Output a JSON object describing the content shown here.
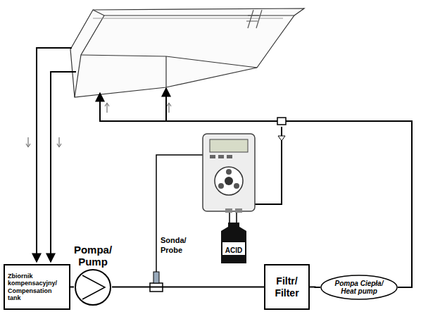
{
  "diagram": {
    "nodes": [
      {
        "text": [
          "ACID"
        ]
      },
      {
        "text": [
          "Zbiornik kompensacyjny/ Compensation tank"
        ]
      },
      {
        "text": [
          "Pompa/ Pump"
        ]
      },
      {
        "text": [
          "Filtr/ Filter"
        ]
      },
      {
        "text": [
          "Pompa Ciepła/ Heat pump"
        ]
      }
    ],
    "edges": [
      {
        "from": 1,
        "to": 2,
        "arrow": "none"
      },
      {
        "from": 2,
        "to": 3,
        "arrow": "none"
      },
      {
        "from": 3,
        "to": 4,
        "arrow": "none"
      }
    ],
    "labels": [
      "Sonda/ Probe"
    ]
  }
}
